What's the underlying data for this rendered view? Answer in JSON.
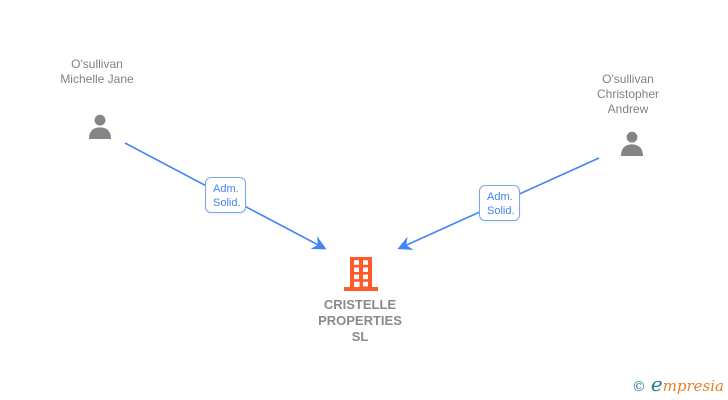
{
  "diagram": {
    "type": "org-relationship-graph",
    "background_color": "#ffffff",
    "accent_blue": "#4285F4",
    "building_orange": "#FF5A2B",
    "person_gray": "#8A8A8A"
  },
  "nodes": {
    "person_left": {
      "name": "O'sullivan Michelle Jane",
      "icon": "person-icon"
    },
    "person_right": {
      "name": "O'sullivan Christopher Andrew",
      "icon": "person-icon"
    },
    "company": {
      "name": "CRISTELLE PROPERTIES SL",
      "icon": "building-icon"
    }
  },
  "edges": [
    {
      "from": "person_left",
      "to": "company",
      "label_lines": [
        "Adm.",
        "Solid."
      ]
    },
    {
      "from": "person_right",
      "to": "company",
      "label_lines": [
        "Adm.",
        "Solid."
      ]
    }
  ],
  "footer": {
    "copyright_symbol": "©",
    "brand_initial": "e",
    "brand_rest": "mpresia",
    "teal_color": "#2A7A8C",
    "orange_color": "#E87E26"
  }
}
